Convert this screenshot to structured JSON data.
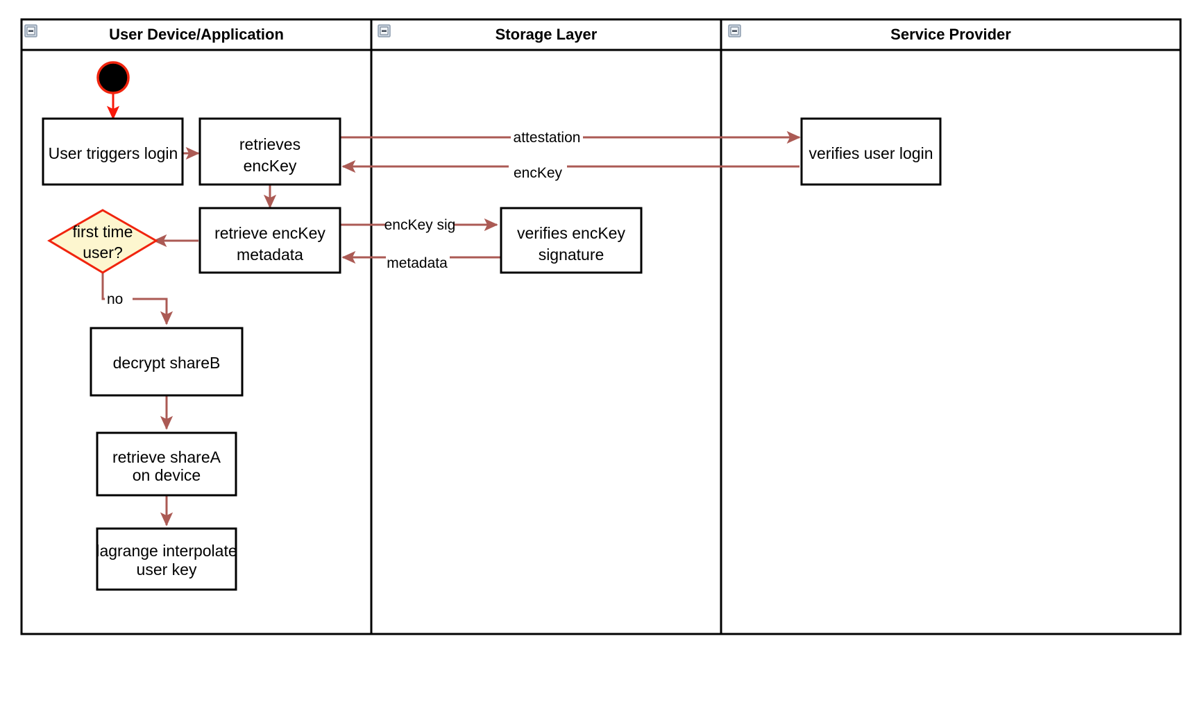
{
  "diagram": {
    "type": "swimlane-activity-diagram",
    "background": "#ffffff",
    "colors": {
      "node_stroke": "#000000",
      "node_fill": "#ffffff",
      "edge": "#ab5a54",
      "start_edge": "#f8180a",
      "decision_fill": "#fdf6cf",
      "decision_stroke": "#f0240e",
      "start_node_fill": "#000000",
      "start_node_ring": "#f0240e",
      "lane_border": "#000000"
    },
    "lanes": [
      {
        "id": "lane-user-device",
        "title": "User Device/Application",
        "collapse_icon": "minus-box-icon"
      },
      {
        "id": "lane-storage",
        "title": "Storage Layer",
        "collapse_icon": "minus-box-icon"
      },
      {
        "id": "lane-service-provider",
        "title": "Service Provider",
        "collapse_icon": "minus-box-icon"
      }
    ],
    "nodes": [
      {
        "id": "start",
        "kind": "start",
        "lane": "lane-user-device",
        "label": ""
      },
      {
        "id": "user-triggers-login",
        "kind": "activity",
        "lane": "lane-user-device",
        "label": "User triggers login",
        "lines": [
          "User triggers login"
        ]
      },
      {
        "id": "retrieves-enckey",
        "kind": "activity",
        "lane": "lane-user-device",
        "label": "retrieves encKey",
        "lines": [
          "retrieves",
          "encKey"
        ]
      },
      {
        "id": "retrieve-enckey-metadata",
        "kind": "activity",
        "lane": "lane-user-device",
        "label": "retrieve encKey metadata",
        "lines": [
          "retrieve encKey",
          "metadata"
        ]
      },
      {
        "id": "first-time-user",
        "kind": "decision",
        "lane": "lane-user-device",
        "label": "first time user?",
        "lines": [
          "first time",
          "user?"
        ]
      },
      {
        "id": "decrypt-shareb",
        "kind": "activity",
        "lane": "lane-user-device",
        "label": "decrypt shareB",
        "lines": [
          "decrypt shareB"
        ]
      },
      {
        "id": "retrieve-sharea-on-device",
        "kind": "activity",
        "lane": "lane-user-device",
        "label": "retrieve shareA on device",
        "lines": [
          "retrieve shareA",
          "on device"
        ]
      },
      {
        "id": "lagrange-interpolate-user-key",
        "kind": "activity",
        "lane": "lane-user-device",
        "label": "lagrange interpolate user key",
        "lines": [
          "lagrange interpolate",
          "user key"
        ]
      },
      {
        "id": "verifies-enckey-signature",
        "kind": "activity",
        "lane": "lane-storage",
        "label": "verifies encKey signature",
        "lines": [
          "verifies encKey",
          "signature"
        ]
      },
      {
        "id": "verifies-user-login",
        "kind": "activity",
        "lane": "lane-service-provider",
        "label": "verifies user login",
        "lines": [
          "verifies user login"
        ]
      }
    ],
    "edges": [
      {
        "id": "e-start-login",
        "from": "start",
        "to": "user-triggers-login",
        "label": ""
      },
      {
        "id": "e-login-retrieves",
        "from": "user-triggers-login",
        "to": "retrieves-enckey",
        "label": ""
      },
      {
        "id": "e-attestation",
        "from": "retrieves-enckey",
        "to": "verifies-user-login",
        "label": "attestation"
      },
      {
        "id": "e-enckey",
        "from": "verifies-user-login",
        "to": "retrieves-enckey",
        "label": "encKey"
      },
      {
        "id": "e-retrieves-metadata",
        "from": "retrieves-enckey",
        "to": "retrieve-enckey-metadata",
        "label": ""
      },
      {
        "id": "e-enckey-sig",
        "from": "retrieve-enckey-metadata",
        "to": "verifies-enckey-signature",
        "label": "encKey sig"
      },
      {
        "id": "e-metadata",
        "from": "verifies-enckey-signature",
        "to": "retrieve-enckey-metadata",
        "label": "metadata"
      },
      {
        "id": "e-metadata-decision",
        "from": "retrieve-enckey-metadata",
        "to": "first-time-user",
        "label": ""
      },
      {
        "id": "e-no-decrypt",
        "from": "first-time-user",
        "to": "decrypt-shareb",
        "label": "no"
      },
      {
        "id": "e-decrypt-sharea",
        "from": "decrypt-shareb",
        "to": "retrieve-sharea-on-device",
        "label": ""
      },
      {
        "id": "e-sharea-lagrange",
        "from": "retrieve-sharea-on-device",
        "to": "lagrange-interpolate-user-key",
        "label": ""
      }
    ]
  }
}
